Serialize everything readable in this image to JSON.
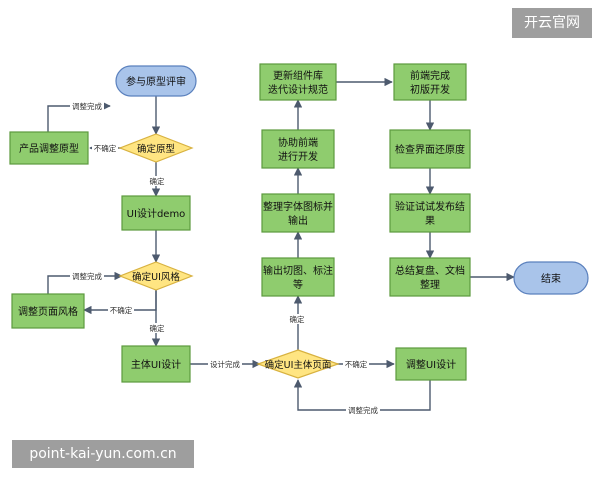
{
  "watermarks": {
    "top_right": "开云官网",
    "bottom_left": "point-kai-yun.com.cn"
  },
  "nodes": {
    "review": "参与原型评审",
    "confirm_proto": "确定原型",
    "adjust_proto": "产品调整原型",
    "ui_demo": "UI设计demo",
    "confirm_style": "确定UI风格",
    "adjust_style": "调整页面风格",
    "main_ui": "主体UI设计",
    "confirm_main": "确定UI主体页面",
    "adjust_ui": "调整UI设计",
    "cut_mark": [
      "输出切图、标注",
      "等"
    ],
    "font_icon": [
      "整理字体图标并",
      "输出"
    ],
    "assist_fe": [
      "协助前端",
      "进行开发"
    ],
    "update_lib": [
      "更新组件库",
      "迭代设计规范"
    ],
    "fe_done": [
      "前端完成",
      "初版开发"
    ],
    "check_ui": "检查界面还原度",
    "verify": [
      "验证试试发布结",
      "果"
    ],
    "summary": [
      "总结复盘、文档",
      "整理"
    ],
    "end": "结束"
  },
  "labels": {
    "adjust_done_1": "调整完成",
    "not_confirm_1": "不确定",
    "confirm_1": "确定",
    "adjust_done_2": "调整完成",
    "not_confirm_2": "不确定",
    "confirm_2": "确定",
    "design_done": "设计完成",
    "not_confirm_3": "不确定",
    "adjust_done_3": "调整完成",
    "confirm_3": "确定"
  },
  "colors": {
    "process_fill": "#8fcc6e",
    "process_stroke": "#5c9a3e",
    "decision_fill": "#ffe582",
    "decision_stroke": "#d8b240",
    "terminal_fill": "#a9c4ea",
    "terminal_stroke": "#5a80bd",
    "line": "#4d5a6e"
  }
}
